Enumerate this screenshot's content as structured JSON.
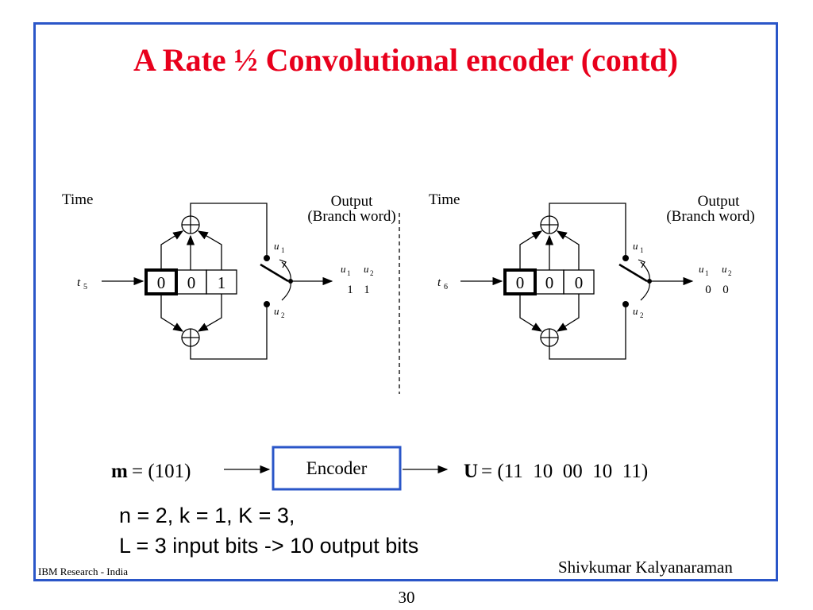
{
  "slide": {
    "title": "A Rate ½ Convolutional encoder (contd)",
    "footer_left": "IBM Research - India",
    "footer_right": "Shivkumar Kalyanaraman",
    "page_number": "30"
  },
  "left_diagram": {
    "time_label": "Time",
    "time_tick": "t",
    "time_sub": "5",
    "register": [
      "0",
      "0",
      "1"
    ],
    "output_title_1": "Output",
    "output_title_2": "(Branch word)",
    "u1": "u",
    "u1_sub": "1",
    "u2": "u",
    "u2_sub": "2",
    "branch_word": [
      "1",
      "1"
    ]
  },
  "right_diagram": {
    "time_label": "Time",
    "time_tick": "t",
    "time_sub": "6",
    "register": [
      "0",
      "0",
      "0"
    ],
    "output_title_1": "Output",
    "output_title_2": "(Branch word)",
    "u1": "u",
    "u1_sub": "1",
    "u2": "u",
    "u2_sub": "2",
    "branch_word": [
      "0",
      "0"
    ]
  },
  "encoder": {
    "input_symbol": "m",
    "input_value": "= (101)",
    "box_label": "Encoder",
    "output_symbol": "U",
    "output_value": "= (11  10  00  10  11)"
  },
  "params": {
    "line1": "n = 2, k = 1, K = 3,",
    "line2": "L = 3 input bits -> 10 output bits"
  },
  "colors": {
    "title": "#e8001c",
    "frame": "#2a56c8",
    "encoder_box": "#2a56c8"
  }
}
